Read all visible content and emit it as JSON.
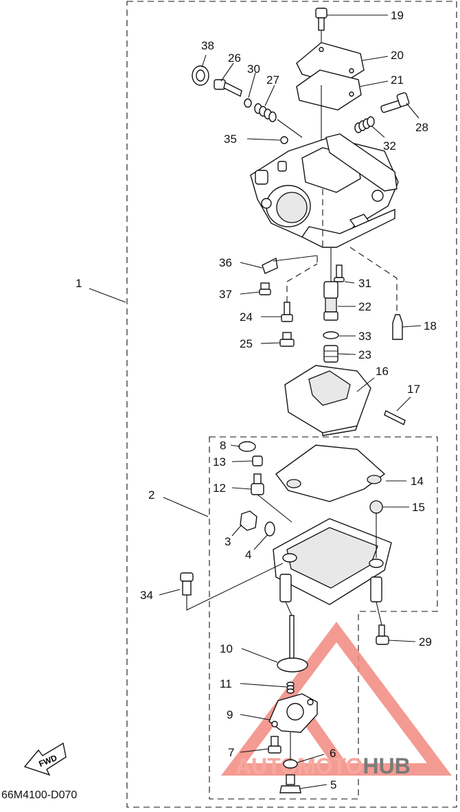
{
  "diagram": {
    "code": "66M4100-D070",
    "fwd_label": "FWD",
    "watermark": {
      "part1": "AUTOMOTO",
      "part2": "HUB",
      "color1": "#f7a8a0",
      "color2": "#7a7a7a",
      "mark_color": "#f28a80"
    },
    "callouts": {
      "c1": "1",
      "c2": "2",
      "c3": "3",
      "c4": "4",
      "c5": "5",
      "c6": "6",
      "c7": "7",
      "c8": "8",
      "c9": "9",
      "c10": "10",
      "c11": "11",
      "c12": "12",
      "c13": "13",
      "c14": "14",
      "c15": "15",
      "c16": "16",
      "c17": "17",
      "c18": "18",
      "c19": "19",
      "c20": "20",
      "c21": "21",
      "c22": "22",
      "c23": "23",
      "c24": "24",
      "c25": "25",
      "c26": "26",
      "c27": "27",
      "c28": "28",
      "c29": "29",
      "c30": "30",
      "c31": "31",
      "c32": "32",
      "c33": "33",
      "c34": "34",
      "c35": "35",
      "c36": "36",
      "c37": "37",
      "c38": "38"
    }
  }
}
